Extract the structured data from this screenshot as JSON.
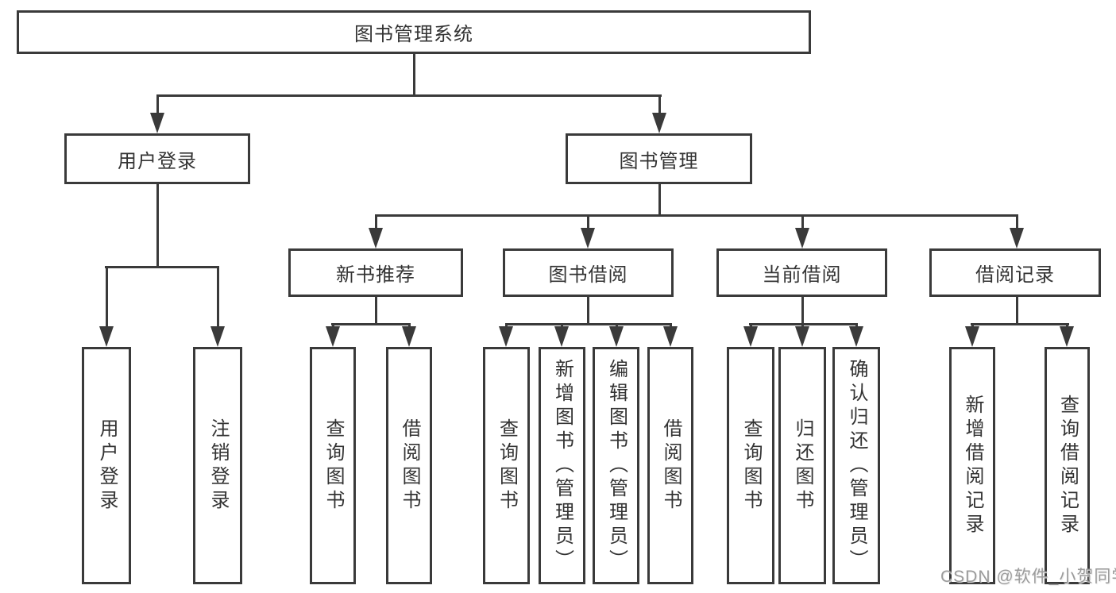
{
  "colors": {
    "line": "#3a3a3a",
    "text": "#333333",
    "watermark": "#9b9b9b",
    "background": "#ffffff"
  },
  "watermark": "CSDN @软件_小贺同学",
  "tree": {
    "root": {
      "label": "图书管理系统"
    },
    "branches": [
      {
        "label": "用户登录",
        "children": [
          {
            "label": "用户登录"
          },
          {
            "label": "注销登录"
          }
        ]
      },
      {
        "label": "图书管理",
        "children": [
          {
            "label": "新书推荐",
            "children": [
              {
                "label": "查询图书"
              },
              {
                "label": "借阅图书"
              }
            ]
          },
          {
            "label": "图书借阅",
            "children": [
              {
                "label": "查询图书"
              },
              {
                "label": "新增图书（管理员）"
              },
              {
                "label": "编辑图书（管理员）"
              },
              {
                "label": "借阅图书"
              }
            ]
          },
          {
            "label": "当前借阅",
            "children": [
              {
                "label": "查询图书"
              },
              {
                "label": "归还图书"
              },
              {
                "label": "确认归还（管理员）"
              }
            ]
          },
          {
            "label": "借阅记录",
            "children": [
              {
                "label": "新增借阅记录"
              },
              {
                "label": "查询借阅记录"
              }
            ]
          }
        ]
      }
    ]
  }
}
